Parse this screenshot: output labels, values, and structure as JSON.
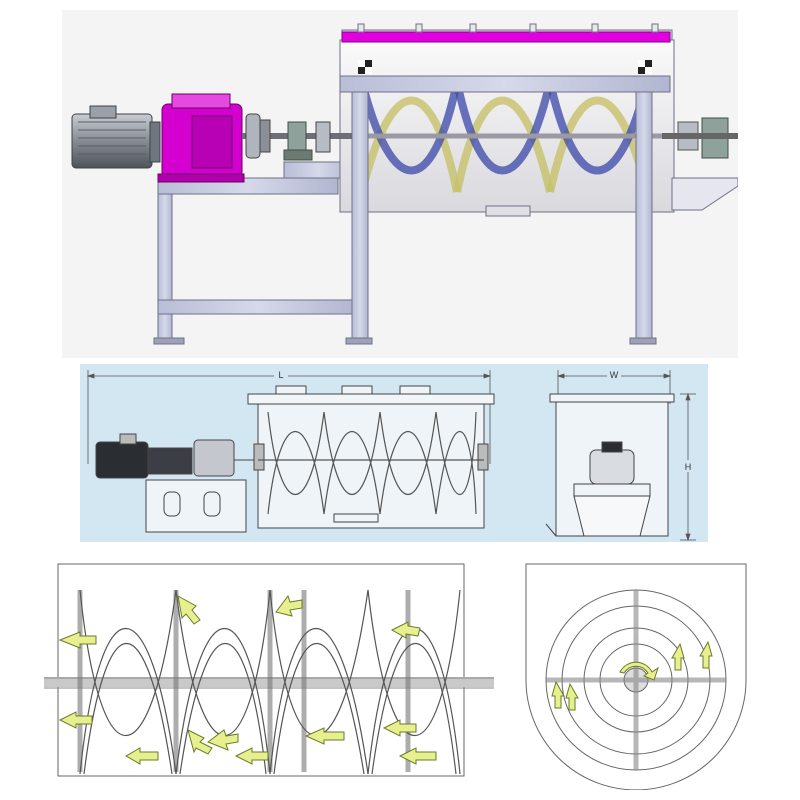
{
  "panels": {
    "render": {
      "name": "3d-render-ribbon-blender"
    },
    "blueprint": {
      "name": "dimension-drawing"
    },
    "flow": {
      "name": "material-flow-diagram"
    }
  },
  "dimensions": {
    "length_label": "L",
    "width_label": "W",
    "height_label": "H"
  },
  "colors": {
    "render_bg": "#f4f4f4",
    "frame": "#c3c6dc",
    "frame_edge": "#6e7088",
    "motor": "#8a8f98",
    "gearbox": "#d400d0",
    "lid_strip": "#e000e0",
    "ribbon_blue": "#3a47a8",
    "ribbon_yellow": "#c7c26a",
    "blueprint_bg": "#d3e7f3",
    "line": "#444444",
    "flow_arrow": "#e6f08e"
  }
}
